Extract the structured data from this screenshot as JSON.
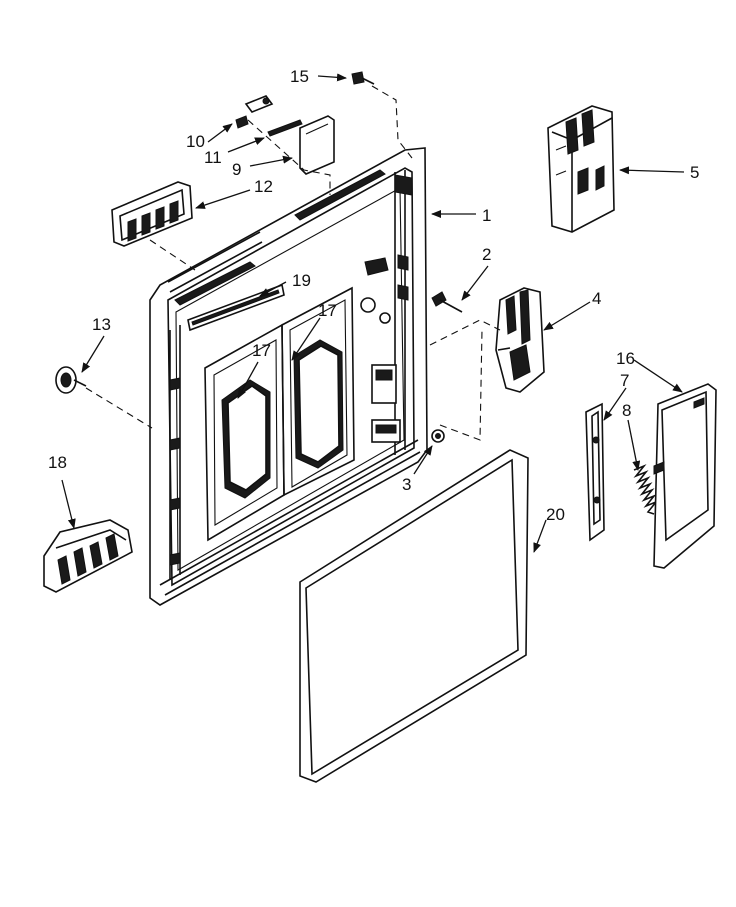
{
  "callouts": {
    "c1": "1",
    "c2": "2",
    "c3": "3",
    "c4": "4",
    "c5": "5",
    "c7": "7",
    "c8": "8",
    "c9": "9",
    "c10": "10",
    "c11": "11",
    "c12": "12",
    "c13": "13",
    "c15": "15",
    "c16": "16",
    "c17a": "17",
    "c17b": "17",
    "c18": "18",
    "c19": "19",
    "c20": "20"
  }
}
